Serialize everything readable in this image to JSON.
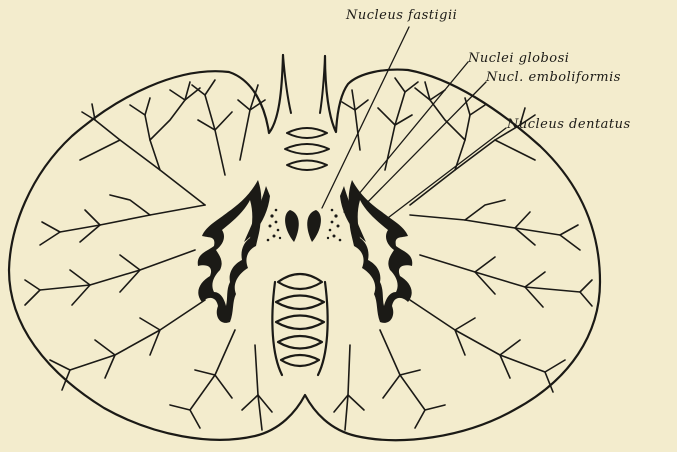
{
  "labels": {
    "nucleus_fastigii": "Nucleus fastigii",
    "nuclei_globosi": "Nuclei globosi",
    "nucl_emboliformis": "Nucl. emboliformis",
    "nucleus_dentatus": "Nucleus dentatus"
  },
  "colors": {
    "background": "#f3eccd",
    "ink": "#1b1a16"
  }
}
